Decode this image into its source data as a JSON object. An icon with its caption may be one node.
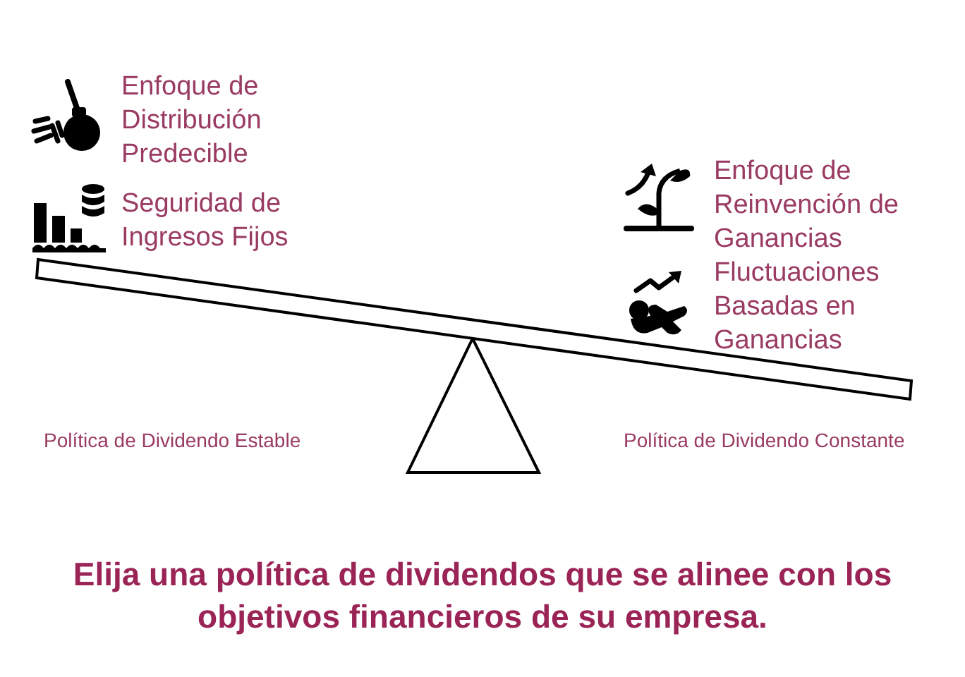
{
  "diagram": {
    "caption": "Elija una política de dividendos que se alinee con los objetivos financieros de su empresa.",
    "labels": [
      "Enfoque de Distribución Predecible",
      "Seguridad de Ingresos Fijos",
      "Enfoque de Reinvención de Ganancias",
      "Fluctuaciones Basadas en Ganancias",
      "Política de Dividendo Estable",
      "Política de Dividendo Constante"
    ]
  }
}
